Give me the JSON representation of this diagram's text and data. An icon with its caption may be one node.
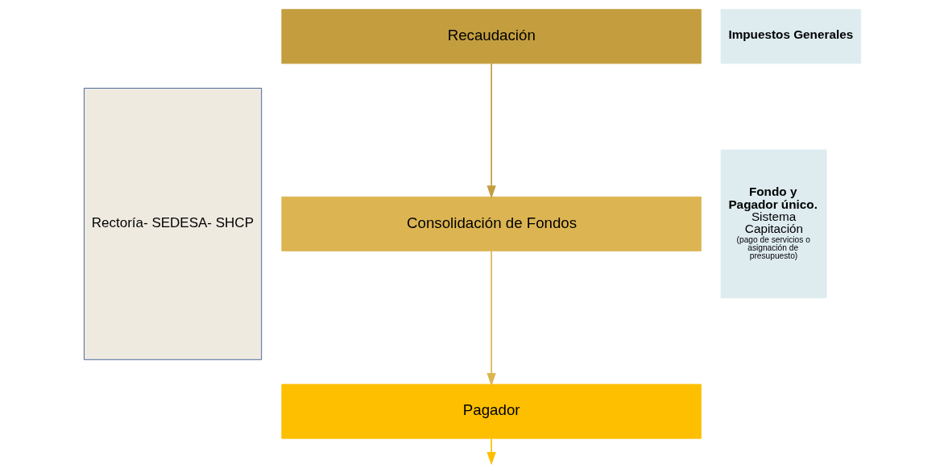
{
  "diagram": {
    "nodes": [
      {
        "text": [
          "Rectoría- SEDESA- SHCP"
        ]
      },
      {
        "text": [
          "Recaudación"
        ]
      },
      {
        "text": [
          "Consolidación de Fondos"
        ]
      },
      {
        "text": [
          "Pagador"
        ]
      },
      {
        "text": [
          "Impuestos Generales"
        ]
      },
      {
        "text": [
          "Fondo y Pagador único.",
          "Sistema Capitación",
          "(pago de servicios o asignación de presupuesto)"
        ]
      }
    ],
    "edges": [
      {
        "from": 1,
        "to": 2,
        "arrow": "to",
        "color": "#c49e3e"
      },
      {
        "from": 2,
        "to": 3,
        "arrow": "to",
        "color": "#dcb552"
      },
      {
        "from": 3,
        "to": null,
        "arrow": "to",
        "color": "#fdbf00"
      }
    ]
  }
}
